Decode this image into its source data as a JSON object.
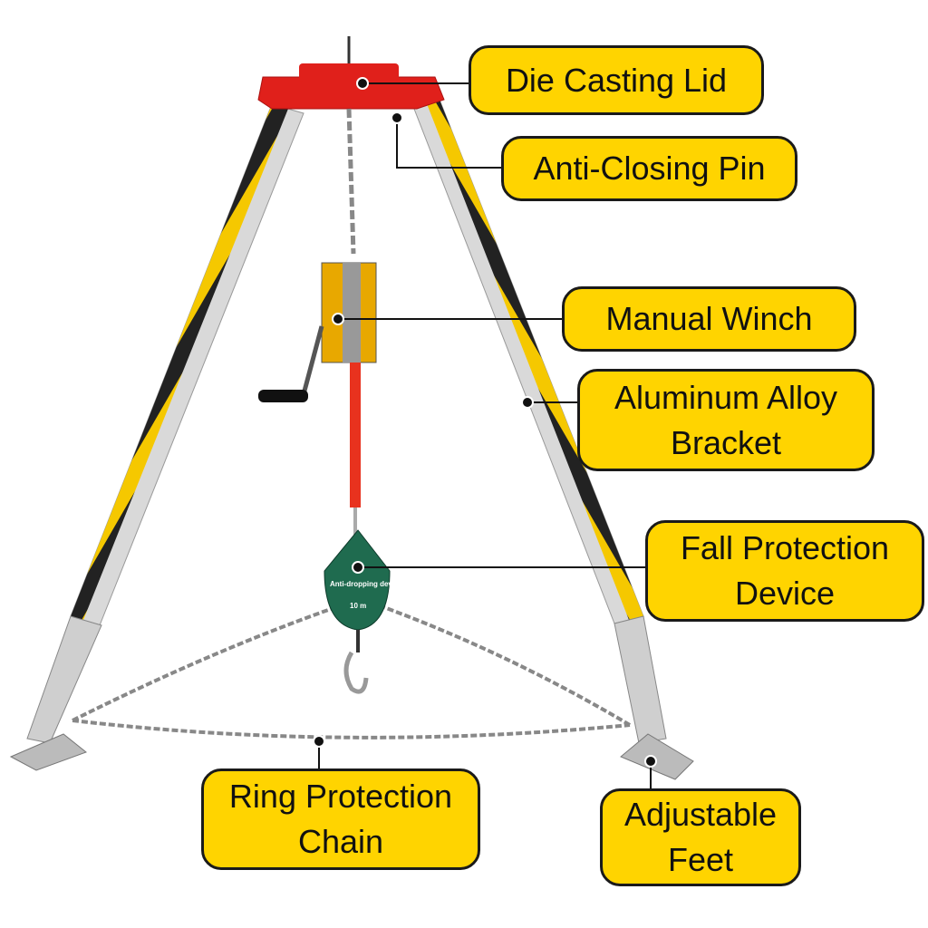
{
  "callouts": {
    "lid": "Die Casting Lid",
    "pin": "Anti-Closing Pin",
    "winch": "Manual Winch",
    "bracket_line1": "Aluminum Alloy",
    "bracket_line2": "Bracket",
    "fall_line1": "Fall Protection",
    "fall_line2": "Device",
    "chain_line1": "Ring Protection",
    "chain_line2": "Chain",
    "feet_line1": "Adjustable",
    "feet_line2": "Feet"
  },
  "device": {
    "label": "Anti-dropping device",
    "length": "10 m"
  },
  "colors": {
    "callout": "#FFD400",
    "lid": "#E0201B",
    "device": "#1F6B4F",
    "stripe": "#F5C800"
  }
}
